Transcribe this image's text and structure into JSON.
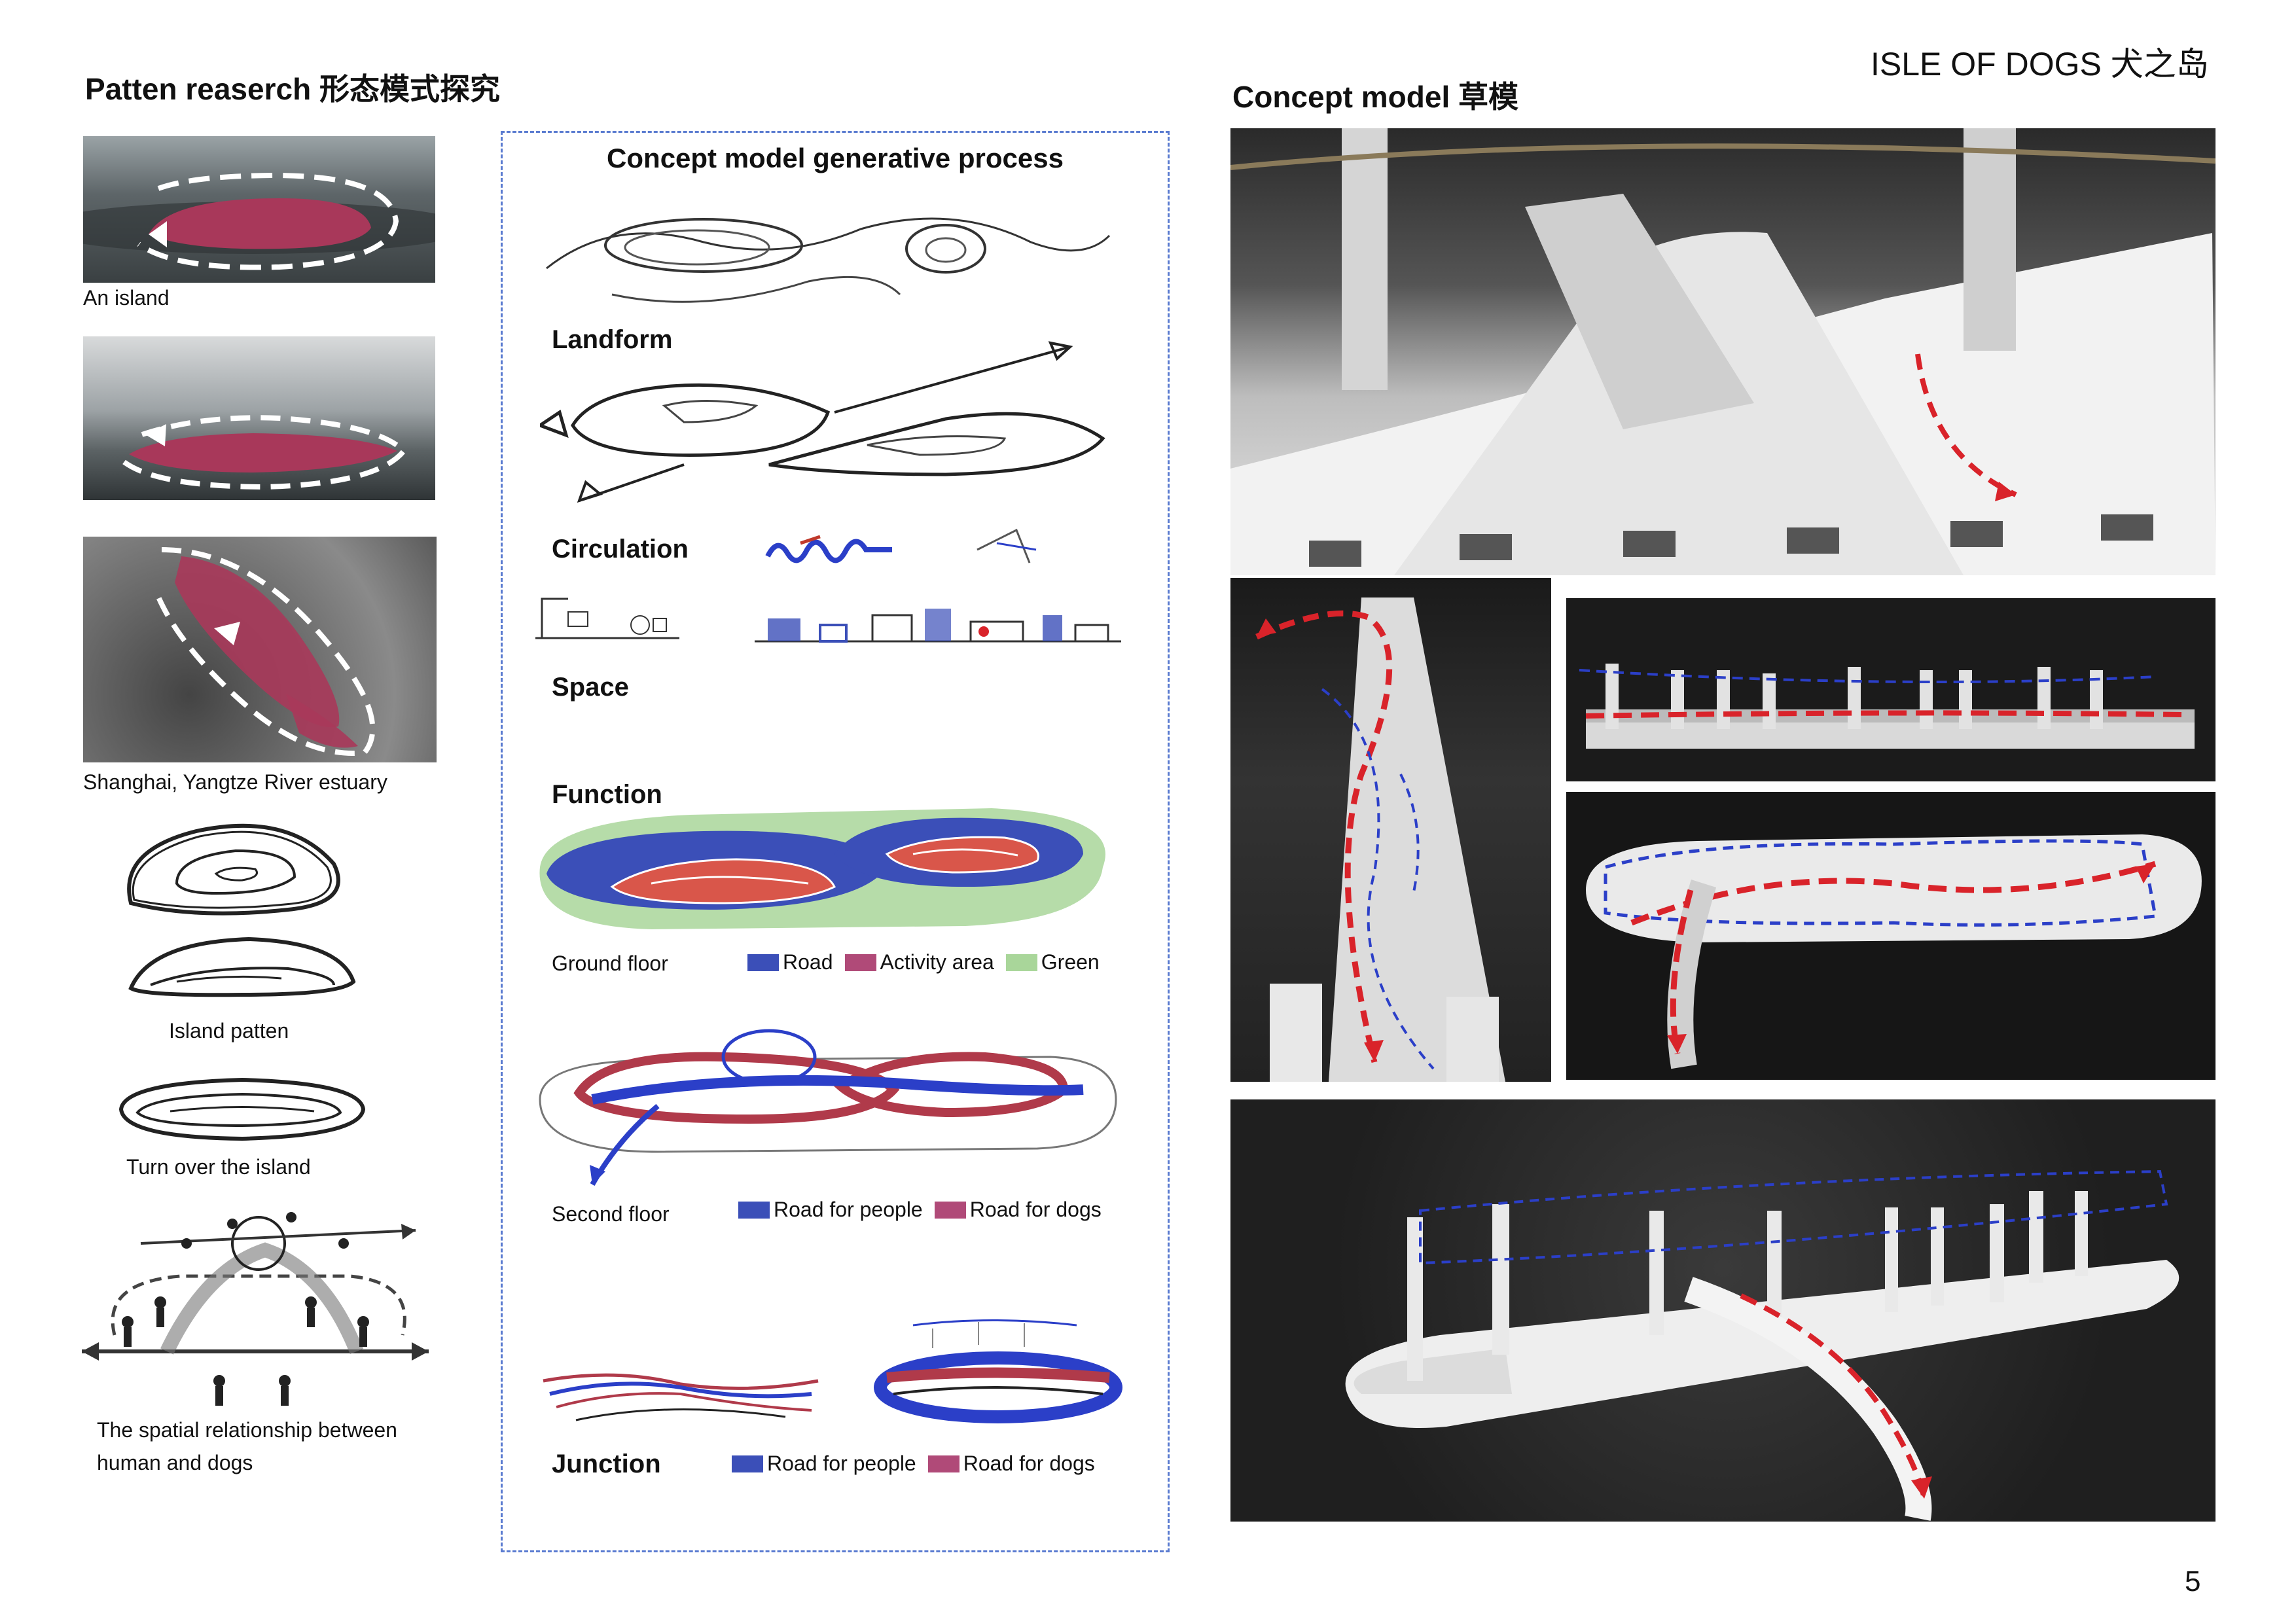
{
  "header": {
    "brand": "ISLE OF DOGS 犬之岛",
    "left_title": "Patten reaserch 形态模式探究",
    "right_title": "Concept model 草模",
    "page_number": "5"
  },
  "pattern_research": {
    "captions": {
      "island": "An island",
      "estuary": "Shanghai, Yangtze River estuary",
      "pattern": "Island patten",
      "turnover": "Turn over the island",
      "relationship_line1": "The spatial relationship between",
      "relationship_line2": "human and dogs"
    }
  },
  "process": {
    "title": "Concept model generative process",
    "steps": {
      "landform": "Landform",
      "circulation": "Circulation",
      "space": "Space",
      "function": "Function",
      "junction": "Junction"
    },
    "ground_floor": {
      "label": "Ground floor",
      "legend": [
        {
          "label": "Road",
          "color": "#3b4fb8"
        },
        {
          "label": "Activity area",
          "color": "#b04a78"
        },
        {
          "label": "Green",
          "color": "#a9d69a"
        }
      ]
    },
    "second_floor": {
      "label": "Second floor",
      "legend": [
        {
          "label": "Road for people",
          "color": "#3b4fb8"
        },
        {
          "label": "Road for dogs",
          "color": "#b04a78"
        }
      ]
    },
    "junction_legend": [
      {
        "label": "Road for people",
        "color": "#3b4fb8"
      },
      {
        "label": "Road for dogs",
        "color": "#b04a78"
      }
    ]
  },
  "colors": {
    "accent_red": "#d9232a",
    "accent_blue": "#2b3fc8",
    "island_fill": "#a8385a",
    "border_dash": "#5a7bd0"
  }
}
